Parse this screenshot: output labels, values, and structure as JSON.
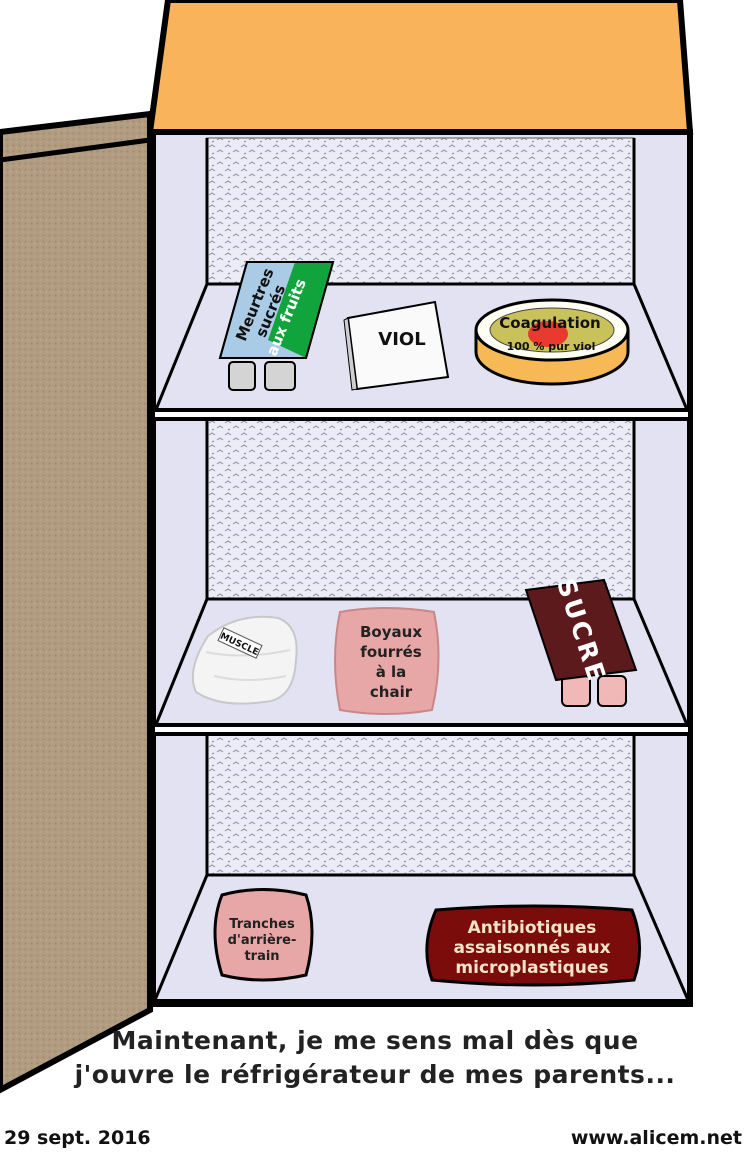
{
  "products": {
    "meurtres_box": [
      "Meurtres",
      "sucrés",
      "aux fruits"
    ],
    "viol_box": "VIOL",
    "coagulation_title": "Coagulation",
    "coagulation_subtitle": "100 % pur viol",
    "muscle_label": "MUSCLE",
    "boyaux_lines": [
      "Boyaux",
      "fourrés",
      "à la",
      "chair"
    ],
    "sucre_label": "SUCRE",
    "tranches_lines": [
      "Tranches",
      "d'arrière-",
      "train"
    ],
    "antibiotiques_lines": [
      "Antibiotiques",
      "assaisonnés aux",
      "microplastiques"
    ]
  },
  "caption": {
    "line1": "Maintenant, je me sens mal dès que",
    "line2": "j'ouvre le réfrigérateur de mes parents..."
  },
  "footer": {
    "date": "29 sept. 2016",
    "site": "www.alicem.net"
  },
  "colors": {
    "top": "#f9b35a",
    "interior": "#e2e2f3",
    "door": "#b09c80",
    "outline": "#000000"
  }
}
